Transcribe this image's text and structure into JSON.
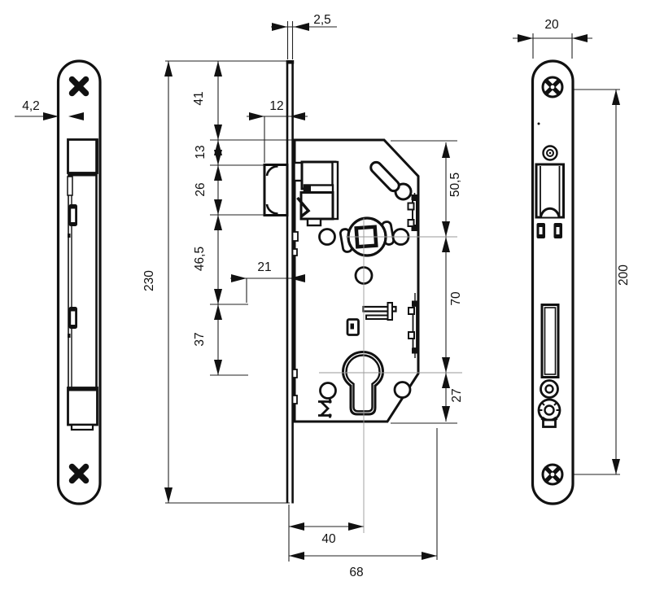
{
  "drawing": {
    "type": "technical-dimensional-drawing",
    "subject": "mortise door lock with euro cylinder, three orthographic views"
  },
  "colors": {
    "line": "#111111",
    "background": "#ffffff",
    "centerline": "#999999"
  },
  "dims": {
    "d42": {
      "label": "4,2"
    },
    "d25": {
      "label": "2,5"
    },
    "d12": {
      "label": "12"
    },
    "d21": {
      "label": "21"
    },
    "d41": {
      "label": "41"
    },
    "d13": {
      "label": "13"
    },
    "d26": {
      "label": "26"
    },
    "d465": {
      "label": "46,5"
    },
    "d37": {
      "label": "37"
    },
    "d230": {
      "label": "230"
    },
    "d505": {
      "label": "50,5"
    },
    "d70": {
      "label": "70"
    },
    "d27": {
      "label": "27"
    },
    "d40": {
      "label": "40"
    },
    "d68": {
      "label": "68"
    },
    "d20": {
      "label": "20"
    },
    "d200": {
      "label": "200"
    }
  }
}
